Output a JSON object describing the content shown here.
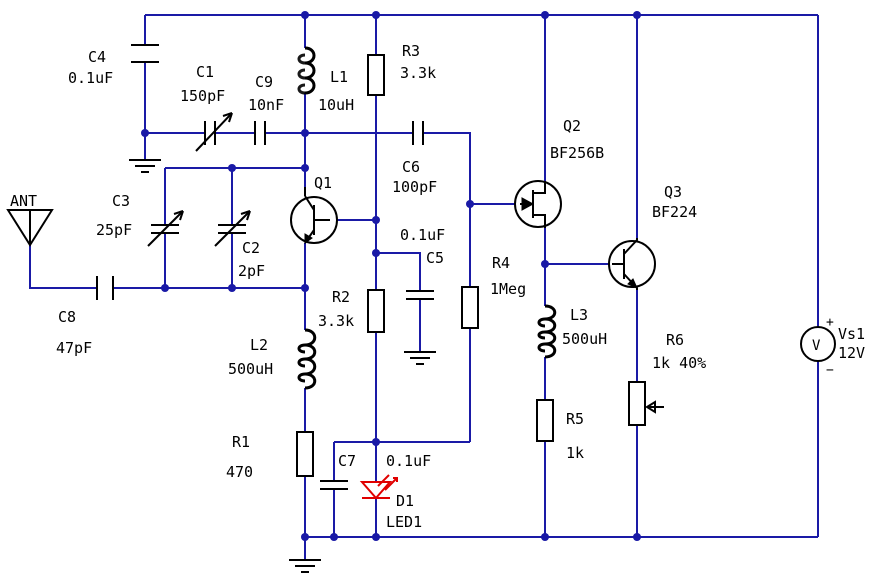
{
  "antenna": "ANT",
  "C1": {
    "name": "C1",
    "value": "150pF"
  },
  "C2": {
    "name": "C2",
    "value": "2pF"
  },
  "C3": {
    "name": "C3",
    "value": "25pF"
  },
  "C4": {
    "name": "C4",
    "value": "0.1uF"
  },
  "C5": {
    "name": "C5",
    "value": "0.1uF"
  },
  "C6": {
    "name": "C6",
    "value": "100pF"
  },
  "C7": {
    "name": "C7",
    "value": "0.1uF"
  },
  "C8": {
    "name": "C8",
    "value": "47pF"
  },
  "C9": {
    "name": "C9",
    "value": "10nF"
  },
  "L1": {
    "name": "L1",
    "value": "10uH"
  },
  "L2": {
    "name": "L2",
    "value": "500uH"
  },
  "L3": {
    "name": "L3",
    "value": "500uH"
  },
  "R1": {
    "name": "R1",
    "value": "470"
  },
  "R2": {
    "name": "R2",
    "value": "3.3k"
  },
  "R3": {
    "name": "R3",
    "value": "3.3k"
  },
  "R4": {
    "name": "R4",
    "value": "1Meg"
  },
  "R5": {
    "name": "R5",
    "value": "1k"
  },
  "R6": {
    "name": "R6",
    "value": "1k 40%"
  },
  "Q1": {
    "name": "Q1"
  },
  "Q2": {
    "name": "Q2",
    "value": "BF256B"
  },
  "Q3": {
    "name": "Q3",
    "value": "BF224"
  },
  "D1": {
    "name": "D1",
    "value": "LED1"
  },
  "Vs1": {
    "name": "Vs1",
    "value": "12V",
    "symbol": "V",
    "plus": "+",
    "minus": "−"
  },
  "colors": {
    "wire": "#1a1aa6",
    "component": "#000000",
    "led": "#e00000"
  }
}
